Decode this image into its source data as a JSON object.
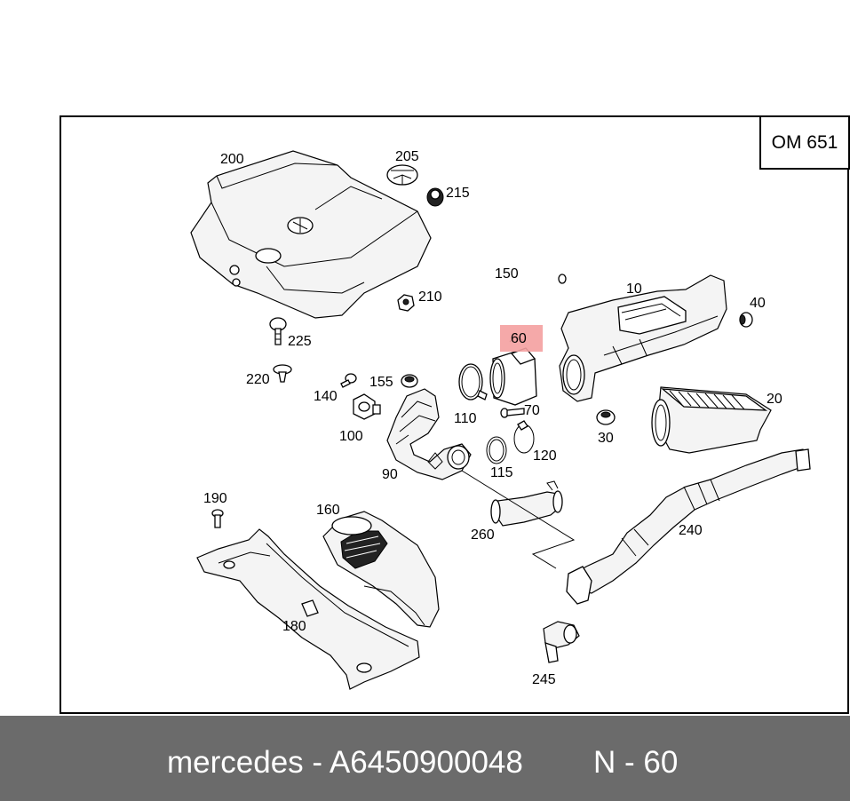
{
  "diagram": {
    "engine_code": "OM 651",
    "highlight_color": "#f4a0a0",
    "highlighted_part": "60",
    "callouts": {
      "p200": "200",
      "p205": "205",
      "p215": "215",
      "p210": "210",
      "p150": "150",
      "p10": "10",
      "p40": "40",
      "p60": "60",
      "p225": "225",
      "p220": "220",
      "p155": "155",
      "p140": "140",
      "p100": "100",
      "p110": "110",
      "p70": "70",
      "p30": "30",
      "p20": "20",
      "p120": "120",
      "p115": "115",
      "p90": "90",
      "p190": "190",
      "p160": "160",
      "p260": "260",
      "p240": "240",
      "p180": "180",
      "p245": "245"
    }
  },
  "footer": {
    "part_text": "mercedes - A6450900048",
    "position_text": "N - 60",
    "background": "#6b6b6b"
  }
}
